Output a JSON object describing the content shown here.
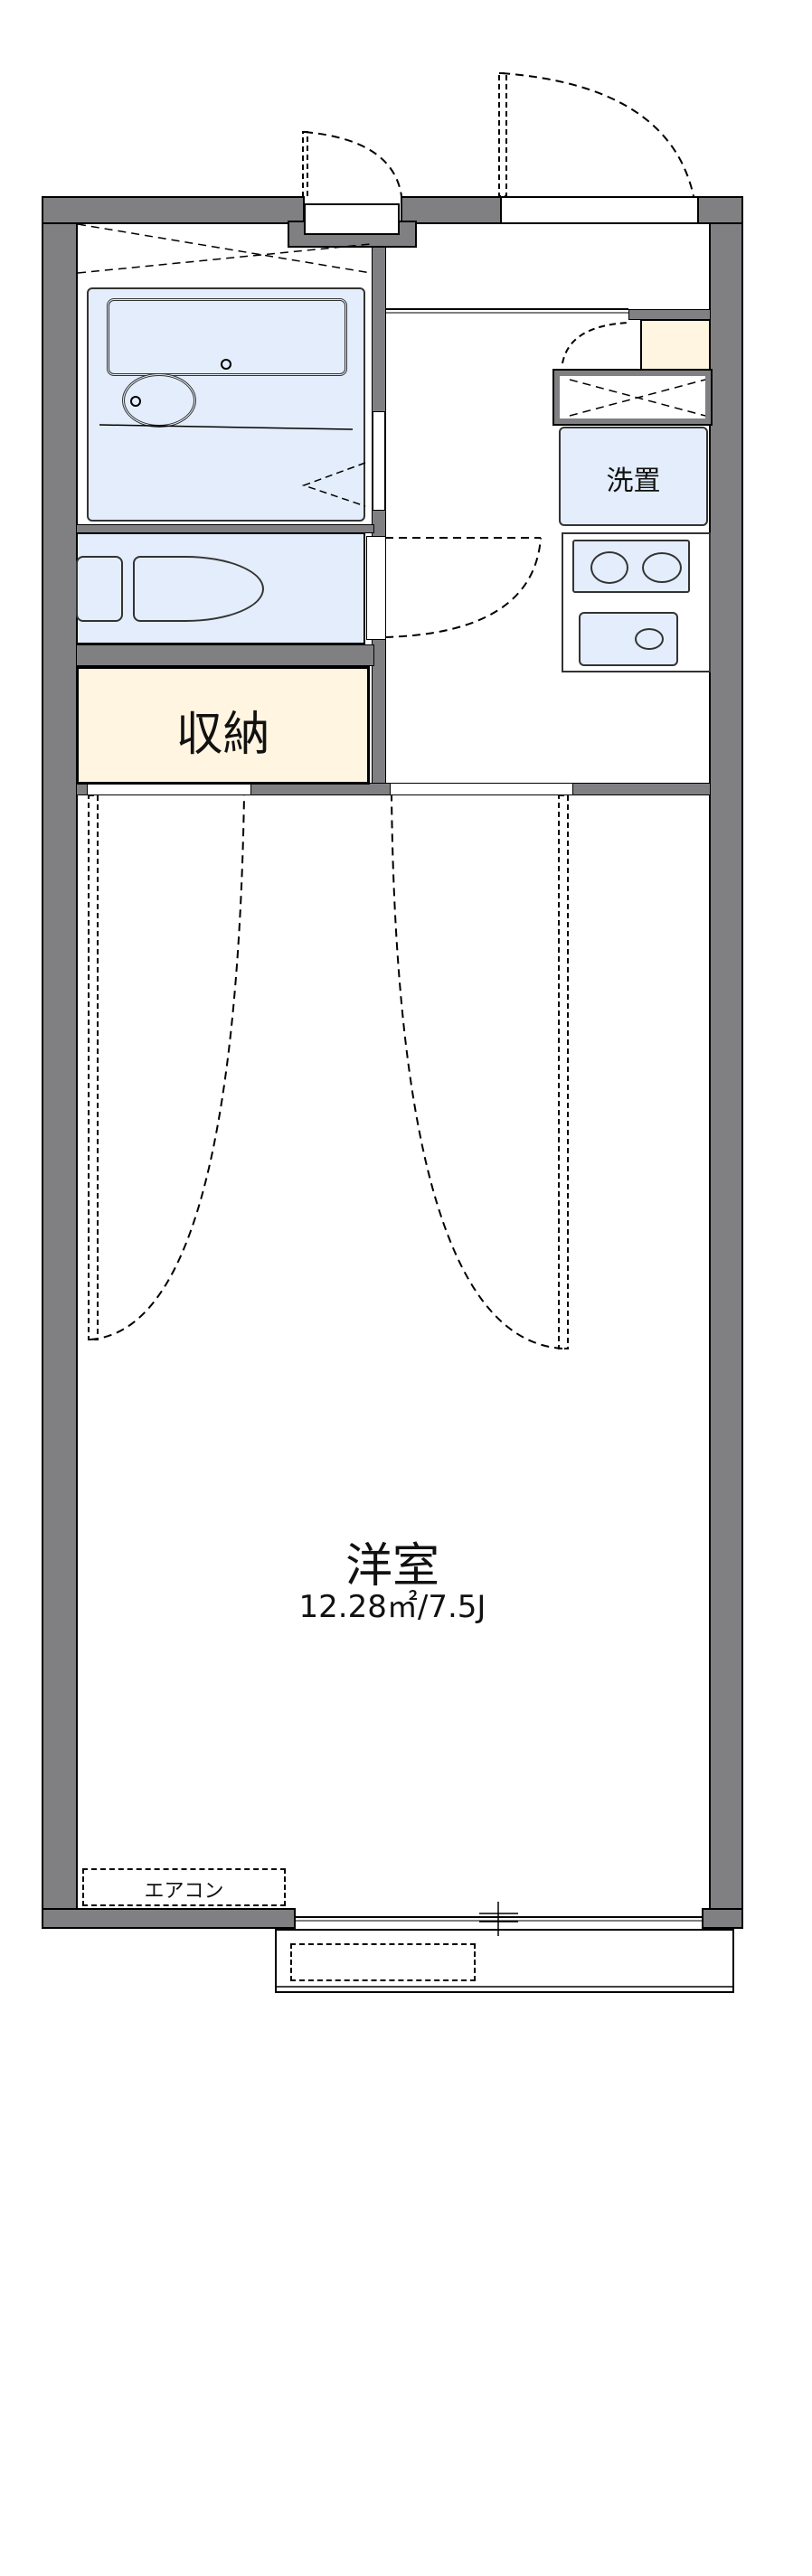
{
  "rooms": {
    "western_room": {
      "name": "洋室",
      "area": "12.28㎡/7.5J"
    },
    "storage": {
      "name": "収納"
    },
    "washer": {
      "name": "洗置"
    },
    "aircon": {
      "name": "エアコン"
    }
  },
  "colors": {
    "wall": "#808083",
    "fixture": "#e3edfb",
    "storage": "#fff5e1"
  }
}
